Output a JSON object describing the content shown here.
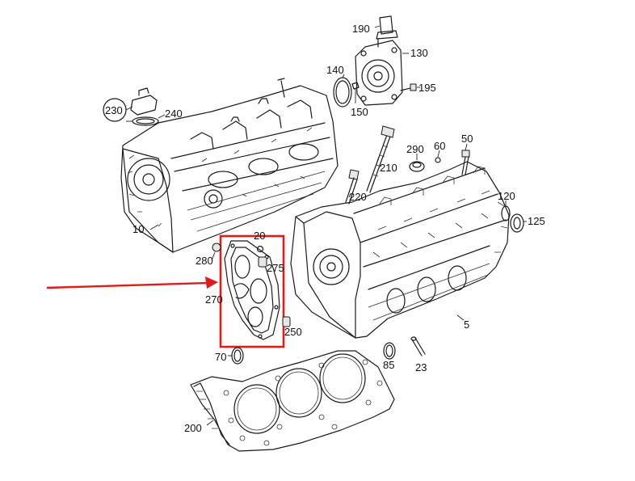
{
  "callouts": {
    "c5": "5",
    "c10": "10",
    "c20": "20",
    "c23": "23",
    "c50": "50",
    "c60": "60",
    "c70": "70",
    "c85": "85",
    "c120": "120",
    "c125": "125",
    "c130": "130",
    "c140": "140",
    "c150": "150",
    "c190": "190",
    "c195": "195",
    "c200": "200",
    "c210": "210",
    "c220": "220",
    "c230": "230",
    "c240": "240",
    "c250": "250",
    "c270": "270",
    "c275": "275",
    "c280": "280",
    "c290": "290"
  },
  "colors": {
    "highlight": "#e01b1b",
    "line": "#1a1a1a"
  }
}
